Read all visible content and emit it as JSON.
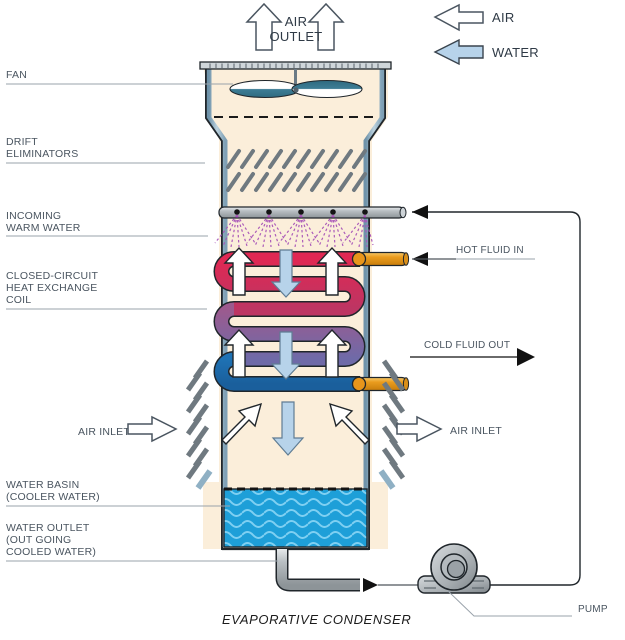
{
  "diagram": {
    "caption": "EVAPORATIVE CONDENSER",
    "colors": {
      "casing_wall": "#8fb0c4",
      "casing_outline": "#20262b",
      "interior_fill": "#fbeeda",
      "water_basin": "#1e9fd8",
      "water_arrow": "#b7d3ea",
      "air_arrow": "#ffffff",
      "coil_hot": "#d4284f",
      "coil_mid": "#8a5f95",
      "coil_cold": "#1b6fb0",
      "pipe_orange": "#eda024",
      "pipe_gray": "#a8aeb2",
      "fan_blade": "#3d7d95",
      "spray": "#a855b8",
      "label_text": "#4a5560",
      "leader_line": "#9aa3ab"
    }
  },
  "legend": {
    "items": [
      {
        "label": "AIR",
        "icon": "left-arrow-outline-icon",
        "style": "outline"
      },
      {
        "label": "WATER",
        "icon": "left-arrow-filled-icon",
        "style": "filled"
      }
    ]
  },
  "top_labels": {
    "air_outlet": "AIR\nOUTLET",
    "air_outlet_line1": "AIR",
    "air_outlet_line2": "OUTLET"
  },
  "left_labels": [
    {
      "id": "fan",
      "lines": [
        "FAN"
      ]
    },
    {
      "id": "drift-eliminators",
      "lines": [
        "DRIFT",
        "ELIMINATORS"
      ]
    },
    {
      "id": "incoming-warm-water",
      "lines": [
        "INCOMING",
        "WARM WATER"
      ]
    },
    {
      "id": "closed-circuit-coil",
      "lines": [
        "CLOSED-CIRCUIT",
        "HEAT EXCHANGE",
        "COIL"
      ]
    },
    {
      "id": "air-inlet-left",
      "lines": [
        "AIR INLET"
      ]
    },
    {
      "id": "water-basin",
      "lines": [
        "WATER BASIN",
        "(COOLER WATER)"
      ]
    },
    {
      "id": "water-outlet",
      "lines": [
        "WATER OUTLET",
        "(OUT GOING",
        "COOLED WATER)"
      ]
    }
  ],
  "right_labels": [
    {
      "id": "hot-fluid-in",
      "text": "HOT FLUID IN"
    },
    {
      "id": "cold-fluid-out",
      "text": "COLD FLUID OUT"
    },
    {
      "id": "air-inlet-right",
      "text": "AIR INLET"
    },
    {
      "id": "pump",
      "text": "PUMP"
    }
  ],
  "components": {
    "fan_blade_count": 2,
    "drift_eliminator_rows": 2,
    "drift_eliminator_per_row": 11,
    "spray_nozzle_count": 5,
    "coil_passes": 3,
    "louver_count_per_side": 7,
    "air_arrows_inside": 2,
    "water_arrows_inside": 3,
    "air_outlet_arrows": 2
  }
}
